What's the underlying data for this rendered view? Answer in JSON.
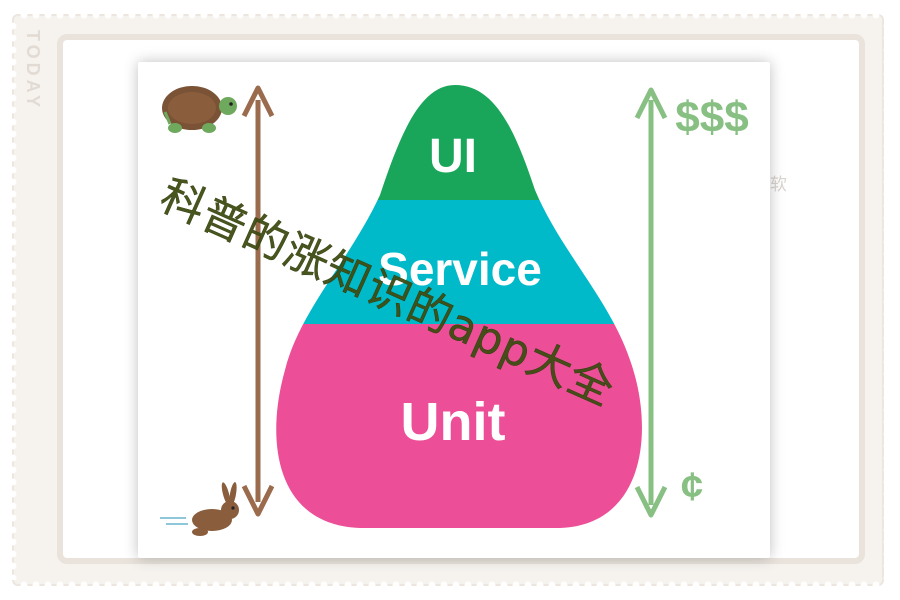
{
  "side_text": "TODAY",
  "corner_char": "软",
  "pyramid": {
    "layers": [
      {
        "label": "UI",
        "color": "#1aa65a"
      },
      {
        "label": "Service",
        "color": "#00b9c9"
      },
      {
        "label": "Unit",
        "color": "#ec4f98"
      }
    ]
  },
  "speed_axis": {
    "top_icon": "turtle-icon",
    "bottom_icon": "rabbit-icon",
    "color": "#9b6b4e"
  },
  "cost_axis": {
    "top_label": "$$$",
    "bottom_label": "¢",
    "color": "#88c084"
  },
  "watermark": "科普的涨知识的app大全"
}
